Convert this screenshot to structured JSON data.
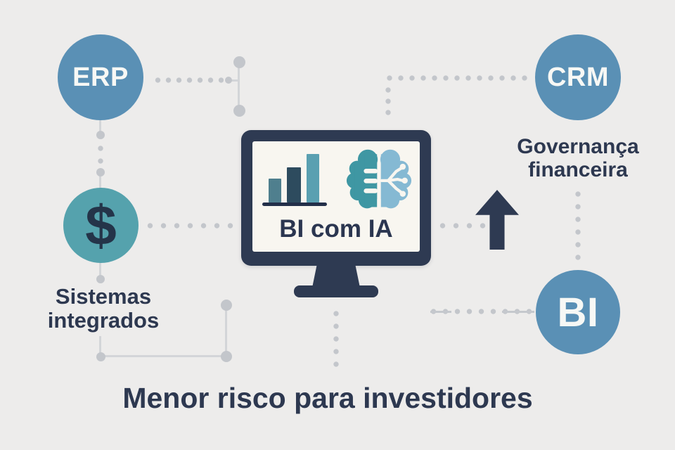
{
  "colors": {
    "background": "#edeceb",
    "node_blue": "#5a90b5",
    "node_teal": "#55a2ad",
    "navy_shapes": "#2e3a52",
    "text_navy": "#2d3850",
    "dot_gray": "#c3c6cb",
    "screen_bg": "#f8f6f0",
    "bar_medium_teal": "#4f7f8e",
    "bar_dark_navy": "#2d4b5e",
    "bar_light_teal": "#5aa0b1",
    "brain_left_teal": "#3f97a3",
    "brain_right_blue": "#85b9d3"
  },
  "nodes": {
    "erp": {
      "label": "ERP"
    },
    "crm": {
      "label": "CRM"
    },
    "money": {
      "symbol": "$"
    },
    "bi": {
      "label": "BI"
    }
  },
  "monitor": {
    "screen_label": "BI com IA"
  },
  "captions": {
    "governance": "Governança\nfinanceira",
    "systems": "Sistemas\nintegrados",
    "headline": "Menor risco para investidores"
  },
  "icons": {
    "dollar": "dollar-icon",
    "bar_chart": "bar-chart-icon",
    "brain": "ai-brain-icon",
    "up_arrow": "up-arrow-icon",
    "monitor": "monitor-icon"
  }
}
